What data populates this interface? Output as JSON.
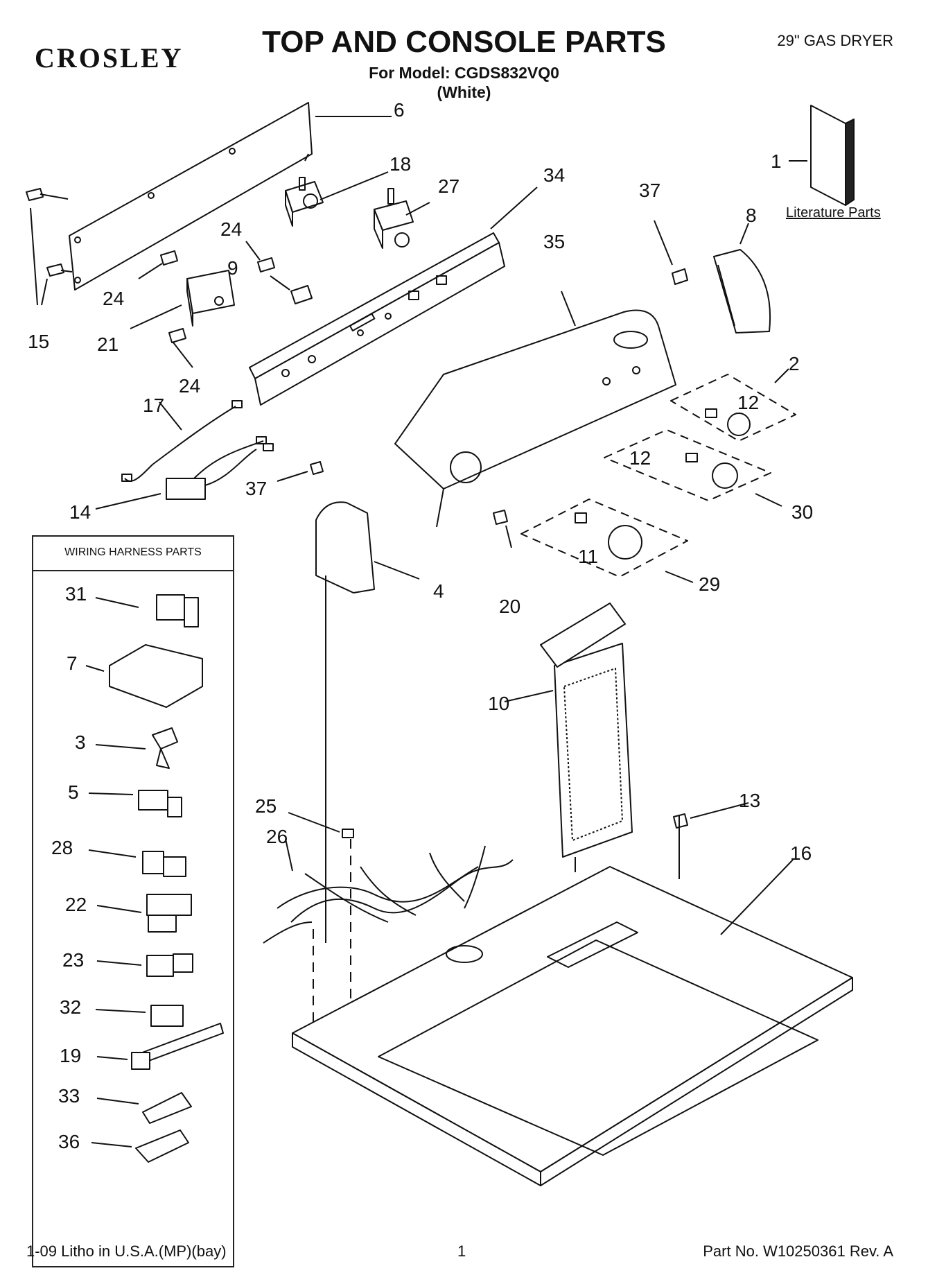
{
  "header": {
    "brand": "CROSLEY",
    "title": "TOP AND CONSOLE PARTS",
    "model_line": "For Model: CGDS832VQ0",
    "color_line": "(White)",
    "product_type": "29\" GAS DRYER"
  },
  "literature_label": "Literature Parts",
  "harness_box": {
    "title": "WIRING HARNESS PARTS",
    "items": [
      "31",
      "7",
      "3",
      "5",
      "28",
      "22",
      "23",
      "32",
      "19",
      "33",
      "36"
    ]
  },
  "callouts": {
    "n1": "1",
    "n2": "2",
    "n4": "4",
    "n6": "6",
    "n8": "8",
    "n9": "9",
    "n10": "10",
    "n11": "11",
    "n12a": "12",
    "n12b": "12",
    "n13": "13",
    "n14": "14",
    "n15": "15",
    "n16": "16",
    "n17": "17",
    "n18": "18",
    "n20": "20",
    "n21": "21",
    "n24a": "24",
    "n24b": "24",
    "n24c": "24",
    "n25": "25",
    "n26": "26",
    "n27": "27",
    "n29": "29",
    "n30": "30",
    "n34": "34",
    "n35": "35",
    "n37a": "37",
    "n37b": "37"
  },
  "footer": {
    "left": "1-09 Litho in U.S.A.(MP)(bay)",
    "center": "1",
    "right": "Part No. W10250361 Rev. A"
  }
}
